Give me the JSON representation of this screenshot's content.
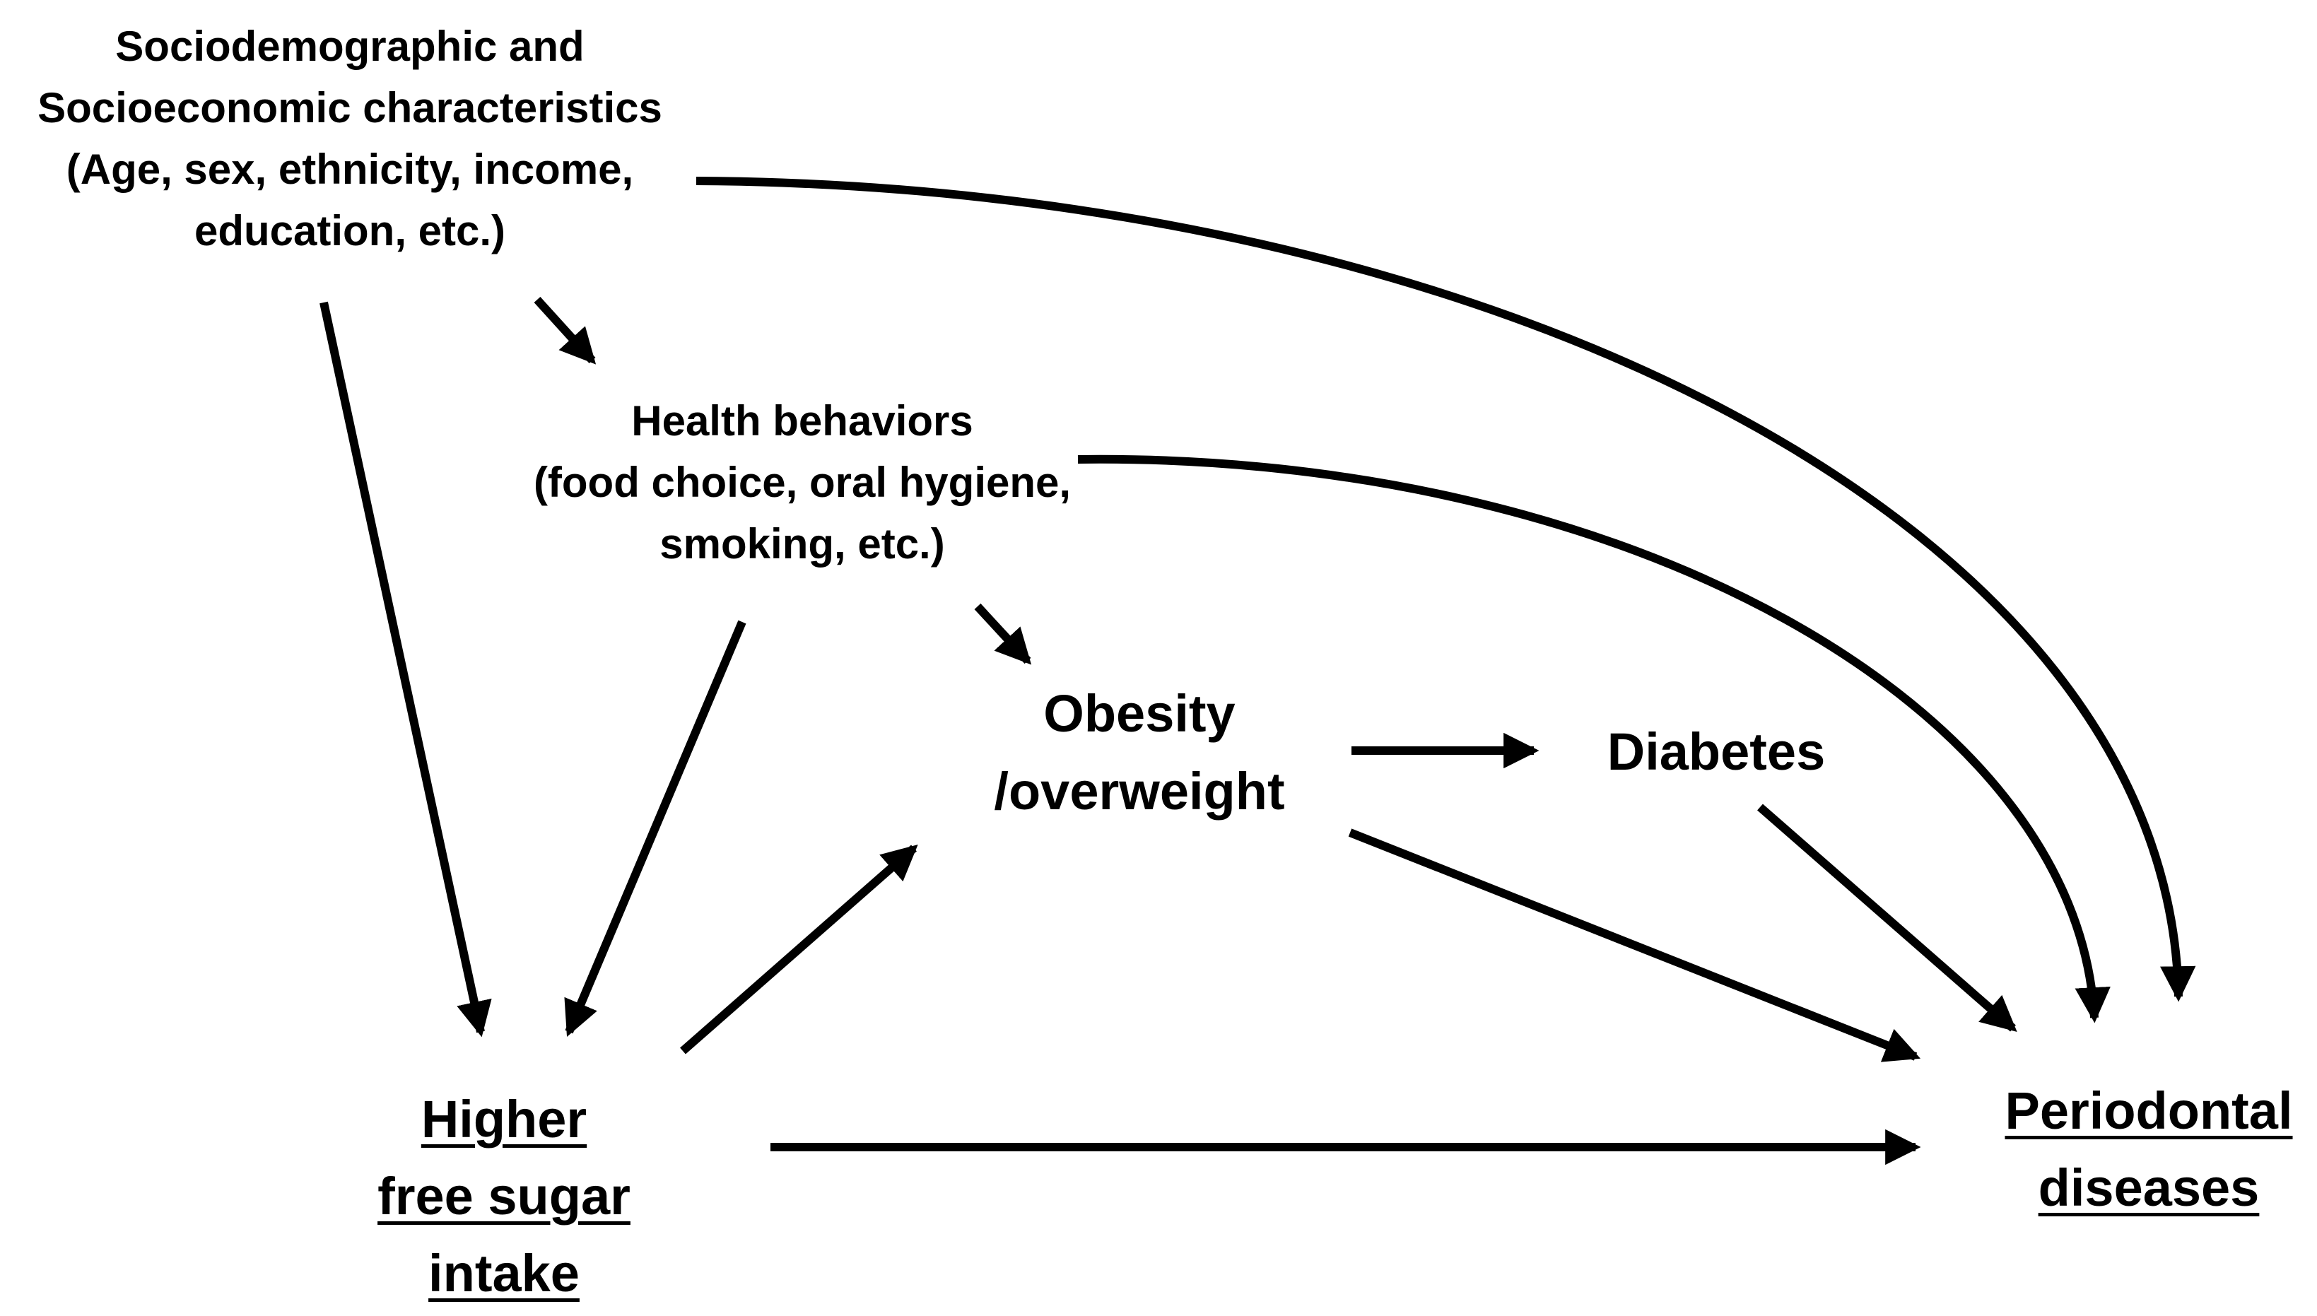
{
  "diagram": {
    "nodes": {
      "ses": {
        "lines": [
          "Sociodemographic and",
          "Socioeconomic characteristics",
          "(Age, sex, ethnicity, income,",
          "education, etc.)"
        ]
      },
      "health_behaviors": {
        "lines": [
          "Health behaviors",
          "(food choice, oral hygiene,",
          "smoking, etc.)"
        ]
      },
      "obesity": {
        "lines": [
          "Obesity",
          "/overweight"
        ]
      },
      "diabetes": {
        "lines": [
          "Diabetes"
        ]
      },
      "sugar_intake": {
        "lines": [
          "Higher",
          "free sugar",
          "intake"
        ],
        "underlined": true
      },
      "periodontal": {
        "lines": [
          "Periodontal",
          "diseases"
        ],
        "underlined": true
      }
    },
    "edges": [
      {
        "from": "ses",
        "to": "health_behaviors"
      },
      {
        "from": "ses",
        "to": "sugar_intake"
      },
      {
        "from": "ses",
        "to": "periodontal"
      },
      {
        "from": "health_behaviors",
        "to": "obesity"
      },
      {
        "from": "health_behaviors",
        "to": "sugar_intake"
      },
      {
        "from": "health_behaviors",
        "to": "periodontal"
      },
      {
        "from": "obesity",
        "to": "diabetes"
      },
      {
        "from": "obesity",
        "to": "periodontal"
      },
      {
        "from": "diabetes",
        "to": "periodontal"
      },
      {
        "from": "sugar_intake",
        "to": "obesity"
      },
      {
        "from": "sugar_intake",
        "to": "periodontal"
      }
    ],
    "colors": {
      "stroke": "#000000",
      "text": "#000000",
      "background": "#ffffff"
    }
  }
}
